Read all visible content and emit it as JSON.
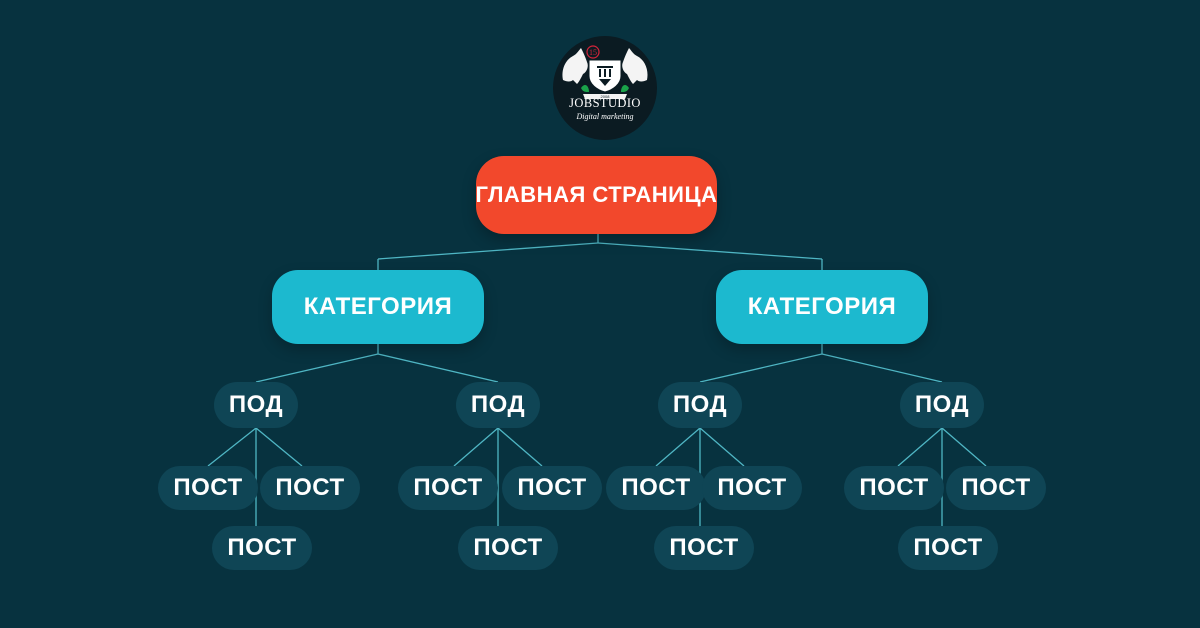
{
  "logo": {
    "name": "JOBSTUDIO",
    "subtitle": "Digital marketing",
    "badge": "15",
    "year": "2008"
  },
  "colors": {
    "background": "#07323f",
    "root": "#f2482c",
    "category": "#1cb9cf",
    "leaf": "#0f4555",
    "connector": "#4fb6c4"
  },
  "tree": {
    "root": "ГЛАВНАЯ СТРАНИЦА",
    "categories": [
      {
        "label": "КАТЕГОРИЯ",
        "subs": [
          {
            "label": "ПОД",
            "posts": [
              "ПОСТ",
              "ПОСТ",
              "ПОСТ"
            ]
          },
          {
            "label": "ПОД",
            "posts": [
              "ПОСТ",
              "ПОСТ",
              "ПОСТ"
            ]
          }
        ]
      },
      {
        "label": "КАТЕГОРИЯ",
        "subs": [
          {
            "label": "ПОД",
            "posts": [
              "ПОСТ",
              "ПОСТ",
              "ПОСТ"
            ]
          },
          {
            "label": "ПОД",
            "posts": [
              "ПОСТ",
              "ПОСТ",
              "ПОСТ"
            ]
          }
        ]
      }
    ]
  }
}
